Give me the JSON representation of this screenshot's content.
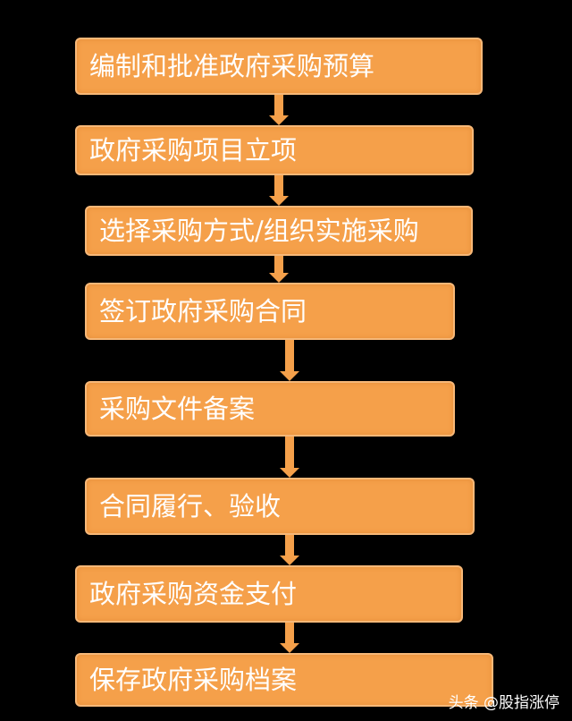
{
  "flow": {
    "steps": [
      "编制和批准政府采购预算",
      "政府采购项目立项",
      "选择采购方式/组织实施采购",
      "签订政府采购合同",
      "采购文件备案",
      "合同履行、验收",
      "政府采购资金支付",
      "保存政府采购档案"
    ]
  },
  "watermark": {
    "source": "头条",
    "author": "@股指涨停"
  },
  "colors": {
    "box_fill": "#f5a04a",
    "box_border": "#f7b878",
    "background": "#000000",
    "text": "#ffffff"
  }
}
